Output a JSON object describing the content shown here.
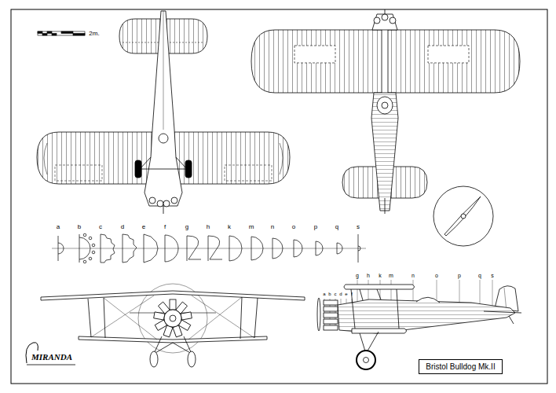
{
  "diagram": {
    "nodes": [
      {
        "text": [
          "Bristol Bulldog Mk.II"
        ]
      }
    ],
    "labels": [
      "2m.",
      "a",
      "b",
      "c",
      "d",
      "e",
      "f",
      "g",
      "h",
      "k",
      "m",
      "n",
      "o",
      "p",
      "q",
      "s",
      "g",
      "h",
      "k",
      "m",
      "n",
      "o",
      "p",
      "q",
      "s",
      "a",
      "b",
      "c",
      "d",
      "e",
      "f",
      "MIRANDA"
    ]
  }
}
